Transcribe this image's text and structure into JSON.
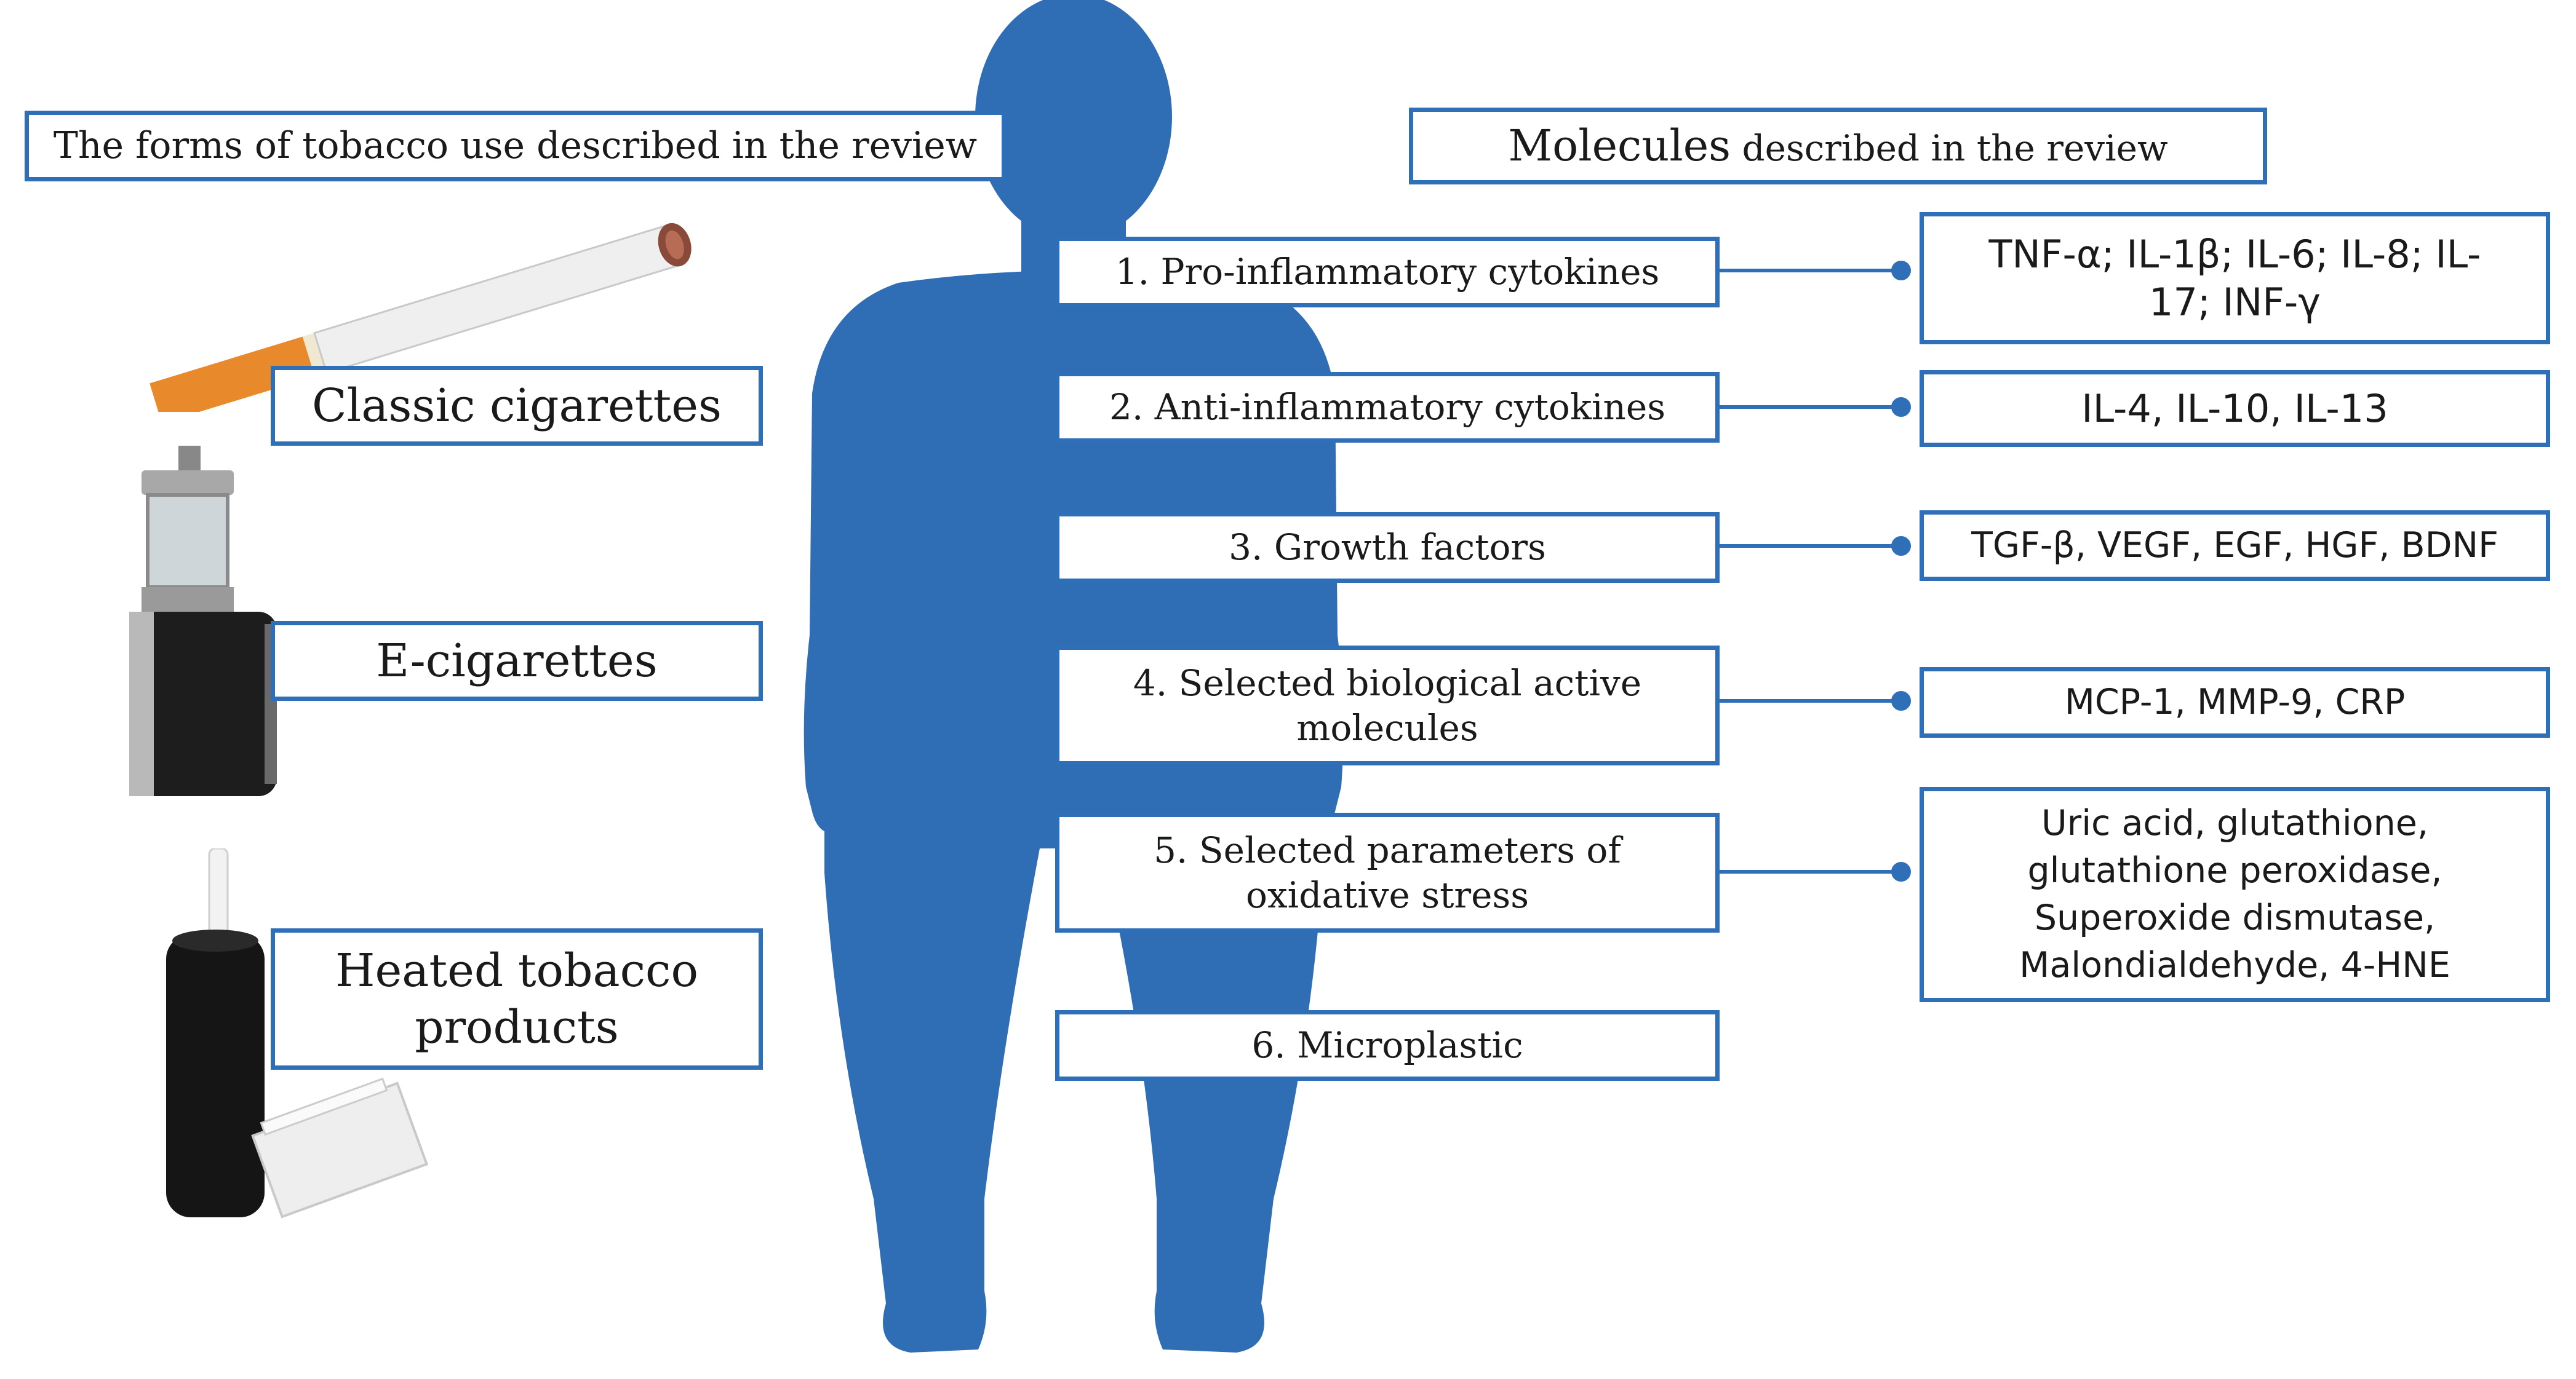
{
  "colors": {
    "accent": "#2e6fb7",
    "silhouette": "#2f6db5"
  },
  "headers": {
    "forms": "The forms of tobacco use described in the review",
    "molecules_big": "Molecules",
    "molecules_rest": " described in the review"
  },
  "tobacco_forms": [
    {
      "label": "Classic cigarettes",
      "icon": "cigarette-icon"
    },
    {
      "label": "E-cigarettes",
      "icon": "vape-device-icon"
    },
    {
      "label": "Heated tobacco products",
      "icon": "heated-tobacco-device-icon"
    }
  ],
  "categories": [
    "1. Pro-inflammatory cytokines",
    "2. Anti-inflammatory cytokines",
    "3. Growth factors",
    "4. Selected biological active molecules",
    "5. Selected parameters of oxidative stress",
    "6. Microplastic"
  ],
  "molecules": [
    "TNF-α; IL-1β; IL-6; IL-8; IL-17; INF-γ",
    "IL-4, IL-10, IL-13",
    "TGF-β, VEGF, EGF, HGF, BDNF",
    "MCP-1, MMP-9, CRP",
    "Uric acid, glutathione, glutathione peroxidase, Superoxide dismutase, Malondialdehyde, 4-HNE"
  ]
}
